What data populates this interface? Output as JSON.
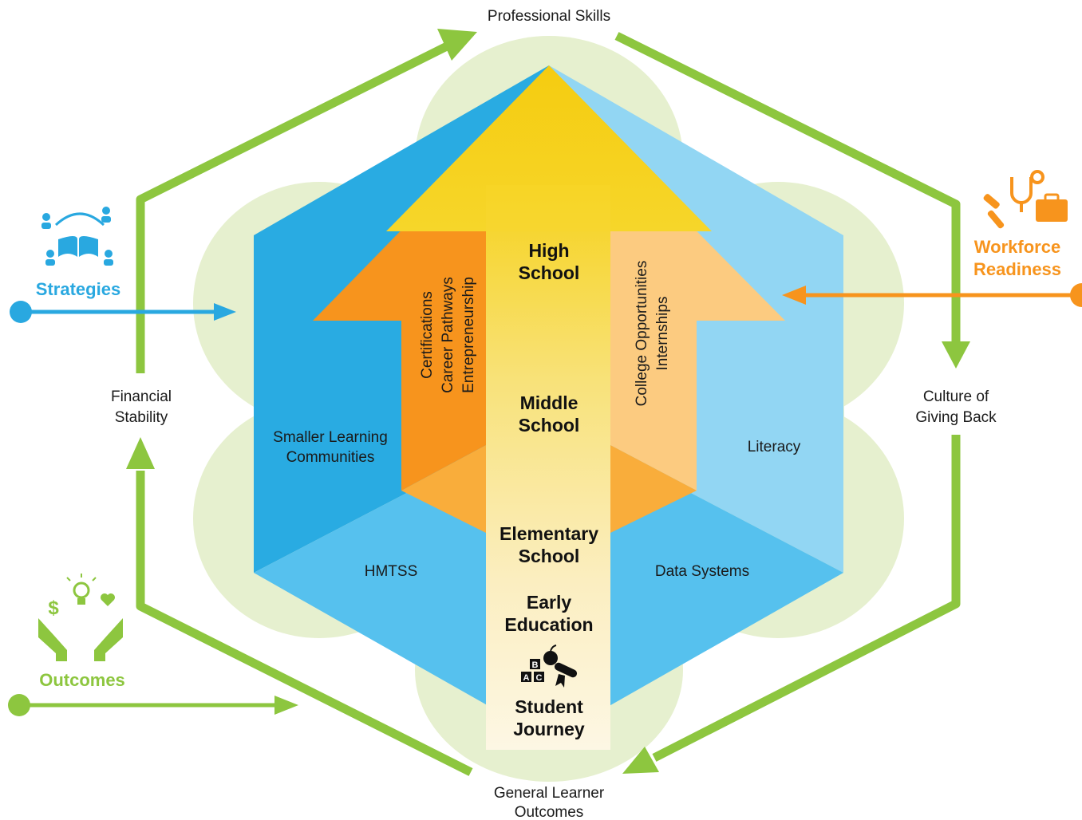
{
  "colors": {
    "green": "#8dc63f",
    "blue_dark": "#29abe2",
    "blue_mid": "#4fc0ee",
    "blue_light": "#92d6f3",
    "orange_dark": "#f7941d",
    "orange_mid": "#f9ad3b",
    "orange_light": "#fccb80",
    "yellow": "#f7d417",
    "cream": "#fdf6dc",
    "cloud": "#e6f0cf",
    "strategies_blue": "#29a8e0",
    "workforce_orange": "#f7941d",
    "outcomes_green": "#8dc63f"
  },
  "outer_cycle": {
    "top": "Professional Skills",
    "right_line1": "Culture of",
    "right_line2": "Giving Back",
    "bottom_line1": "General Learner",
    "bottom_line2": "Outcomes",
    "left_line1": "Financial",
    "left_line2": "Stability"
  },
  "inputs": {
    "strategies": {
      "label": "Strategies",
      "icon": "people-book-icon"
    },
    "workforce": {
      "label_line1": "Workforce",
      "label_line2": "Readiness",
      "icon": "tools-stethoscope-briefcase-icon"
    },
    "outcomes": {
      "label": "Outcomes",
      "icon": "hands-lightbulb-icon"
    }
  },
  "hexagon": {
    "left_upper_line1": "Smaller Learning",
    "left_upper_line2": "Communities",
    "left_lower": "HMTSS",
    "right_upper": "Literacy",
    "right_lower": "Data Systems"
  },
  "arrow": {
    "left_wing": [
      "Certifications",
      "Career Pathways",
      "Entrepreneurship"
    ],
    "right_wing": [
      "College Opportunities",
      "Internships"
    ],
    "stages": [
      {
        "line1": "High",
        "line2": "School"
      },
      {
        "line1": "Middle",
        "line2": "School"
      },
      {
        "line1": "Elementary",
        "line2": "School"
      },
      {
        "line1": "Early",
        "line2": "Education"
      }
    ],
    "journey_line1": "Student",
    "journey_line2": "Journey",
    "journey_icon": "abc-blocks-apple-diploma-icon"
  }
}
